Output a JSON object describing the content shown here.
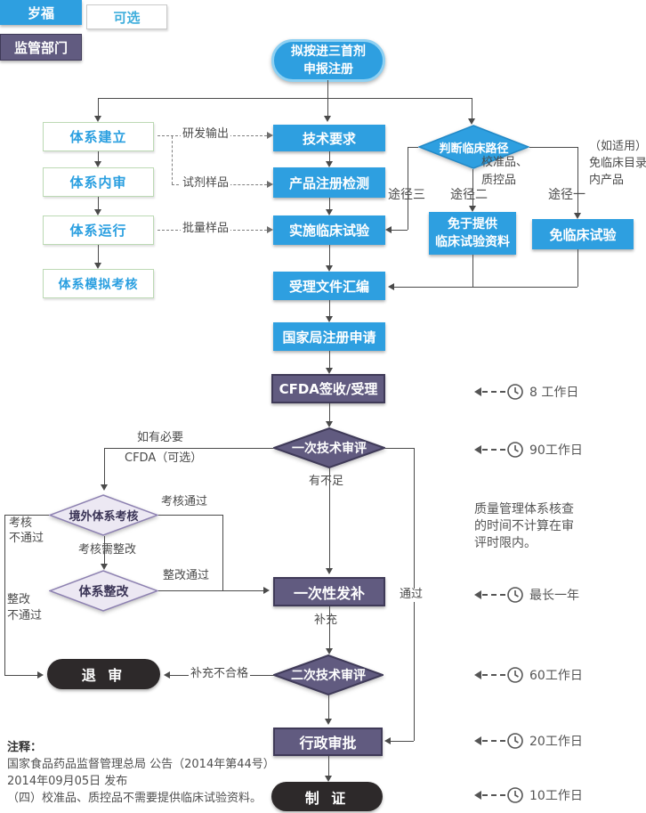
{
  "legend": {
    "company": "岁福",
    "optional": "可选",
    "regulator": "监管部门"
  },
  "start": {
    "line1": "拟按进三首剂",
    "line2": "申报注册"
  },
  "left_column": {
    "build": "体系建立",
    "internal_audit": "体系内审",
    "operation": "体系运行",
    "mock_assessment": "体系模拟考核"
  },
  "dashed_labels": {
    "rd_output": "研发输出",
    "reagent_sample": "试剂样品",
    "batch_sample": "批量样品"
  },
  "main_flow": {
    "tech_req": "技术要求",
    "product_test": "产品注册检测",
    "clinical_trial": "实施临床试验",
    "dossier": "受理文件汇编",
    "nmpa_apply": "国家局注册申请",
    "cfda_accept": "CFDA签收/受理",
    "first_review": "一次技术审评",
    "supplement": "一次性发补",
    "second_review": "二次技术审评",
    "admin_approval": "行政审批",
    "certificate": "制 证",
    "reject": "退 审"
  },
  "clinical_path": {
    "decision": "判断临床路径",
    "path1": "途径一",
    "path2": "途径二",
    "path3": "途径三",
    "calibrator_l1": "校准品、",
    "calibrator_l2": "质控品",
    "applicable_l1": "（如适用）",
    "applicable_l2": "免临床目录",
    "applicable_l3": "内产品",
    "exempt_material_l1": "免于提供",
    "exempt_material_l2": "临床试验资料",
    "exempt_trial": "免临床试验"
  },
  "audit": {
    "if_needed": "如有必要",
    "cfda_optional": "CFDA（可选）",
    "overseas_audit": "境外体系考核",
    "audit_pass": "考核通过",
    "audit_fail_l1": "考核",
    "audit_fail_l2": "不通过",
    "need_rectify": "考核需整改",
    "rectify": "体系整改",
    "rectify_pass": "整改通过",
    "rectify_fail_l1": "整改",
    "rectify_fail_l2": "不通过"
  },
  "edge_labels": {
    "insufficient": "有不足",
    "pass": "通过",
    "supplement": "补充",
    "supplement_fail": "补充不合格"
  },
  "timings": [
    {
      "label": "8 工作日"
    },
    {
      "label": "90工作日"
    },
    {
      "label": "最长一年"
    },
    {
      "label": "60工作日"
    },
    {
      "label": "20工作日"
    },
    {
      "label": "10工作日"
    }
  ],
  "note": {
    "l1": "质量管理体系核查",
    "l2": "的时间不计算在审",
    "l3": "评时限内。"
  },
  "footnote": {
    "title": "注释：",
    "l1": "国家食品药品监督管理总局 公告（2014年第44号）",
    "l2": "2014年09月05日 发布",
    "l3": "（四）校准品、质控品不需要提供临床试验资料。"
  },
  "colors": {
    "blue": "#2E9FE0",
    "blue_border": "#2188C6",
    "purple": "#615B80",
    "purple_border": "#3F3A58",
    "lavender": "#ECE8F3",
    "lavender_border": "#8D81B1",
    "black_pill": "#2D292A",
    "line": "#4A4A4A"
  }
}
